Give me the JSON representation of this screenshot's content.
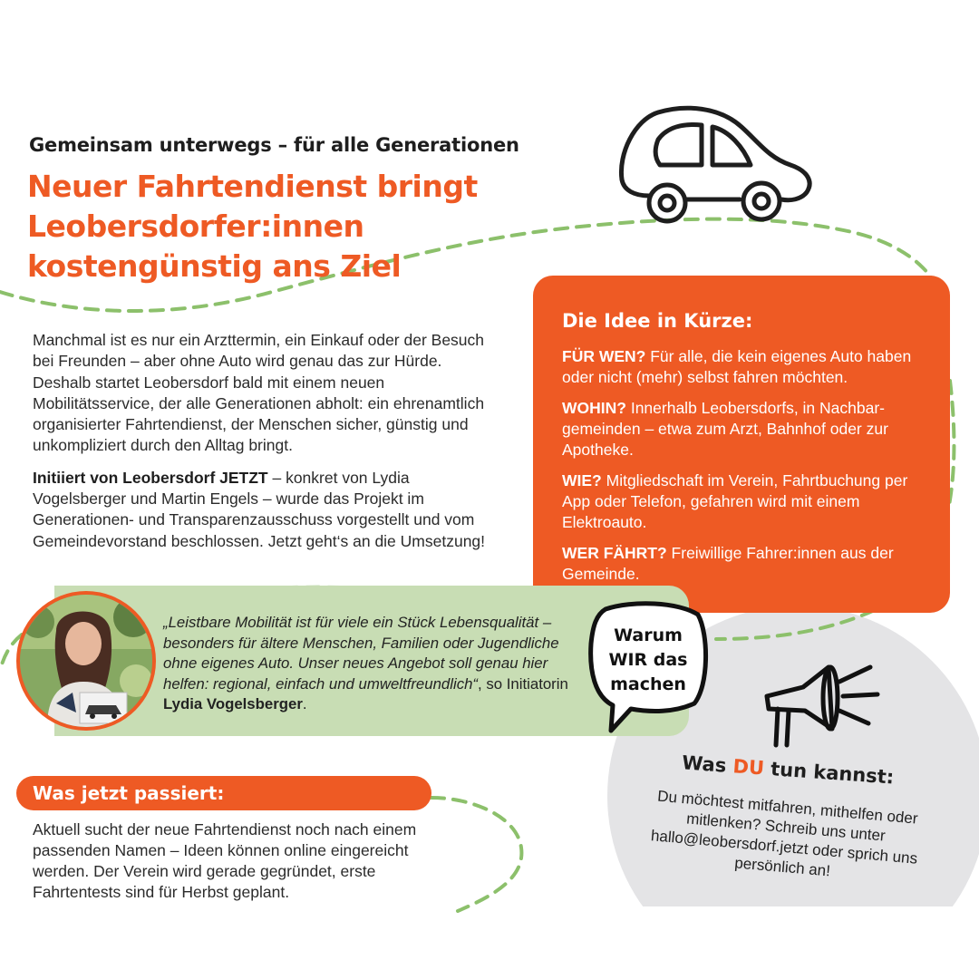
{
  "kicker": "Gemeinsam unterwegs – für alle Generationen",
  "headline": {
    "line1": "Neuer Fahrtendienst bringt",
    "line2": "Leobersdorfer:innen",
    "line3": "kostengünstig ans Ziel"
  },
  "intro": {
    "paragraph1": "Manchmal ist es nur ein Arzttermin, ein Einkauf oder der Besuch bei Freunden – aber ohne Auto wird genau das zur Hürde. Deshalb startet Leobersdorf bald mit einem neuen Mobilitätsservice, der alle Generationen abholt: ein ehrenamtlich organisierter Fahrtendienst, der Menschen sicher, günstig und unkompliziert durch den Alltag bringt.",
    "paragraph2_bold": "Initiiert von Leobersdorf JETZT",
    "paragraph2_rest": " – konkret von Lydia Vogelsberger und Martin Engels – wurde das Projekt im Generationen- und Transparenzausschuss vorgestellt und vom Gemeindevorstand beschlossen. Jetzt geht‘s an die Umsetzung!"
  },
  "idea_box": {
    "title": "Die Idee in Kürze:",
    "items": [
      {
        "label": "FÜR WEN?",
        "text": " Für alle, die kein eigenes Auto haben oder nicht (mehr) selbst fahren möchten."
      },
      {
        "label": "WOHIN?",
        "text": " Innerhalb Leobersdorfs, in Nachbar-gemeinden – etwa zum Arzt, Bahnhof oder zur Apotheke."
      },
      {
        "label": "WIE?",
        "text": " Mitgliedschaft im Verein, Fahrtbuchung per App oder Telefon, gefahren wird mit einem Elektroauto."
      },
      {
        "label": "WER FÄHRT?",
        "text": " Freiwillige Fahrer:innen aus der Gemeinde."
      }
    ]
  },
  "quote": {
    "text": "„Leistbare Mobilität ist für viele ein Stück Lebensqualität – besonders für ältere Menschen, Familien oder Jugendliche ohne eigenes Auto. Unser neues Angebot soll genau hier helfen: regional, einfach und umweltfreundlich“",
    "attribution_prefix": ", so Initiatorin ",
    "attribution_name": "Lydia Vogelsberger",
    "attribution_suffix": "."
  },
  "bubble": {
    "line1": "Warum",
    "line2": "WIR das",
    "line3": "machen"
  },
  "du_section": {
    "title_before": "Was ",
    "title_accent": "DU",
    "title_after": " tun kannst:",
    "text": "Du möchtest mitfahren, mithelfen oder mitlenken? Schreib uns unter hallo@leobersdorf.jetzt oder sprich uns persönlich an!"
  },
  "next_section": {
    "title": "Was jetzt passiert:",
    "text": "Aktuell sucht der neue Fahrtendienst noch nach einem passenden Namen – Ideen können online eingereicht werden. Der Verein wird gerade gegründet, erste Fahrtentests sind für Herbst geplant."
  },
  "colors": {
    "accent": "#ee5a24",
    "green": "#c8ddb4",
    "grey": "#e4e4e6",
    "dash": "#8cc06b"
  },
  "icons": [
    "car-icon",
    "megaphone-icon",
    "speech-bubble-icon",
    "dashed-path"
  ]
}
